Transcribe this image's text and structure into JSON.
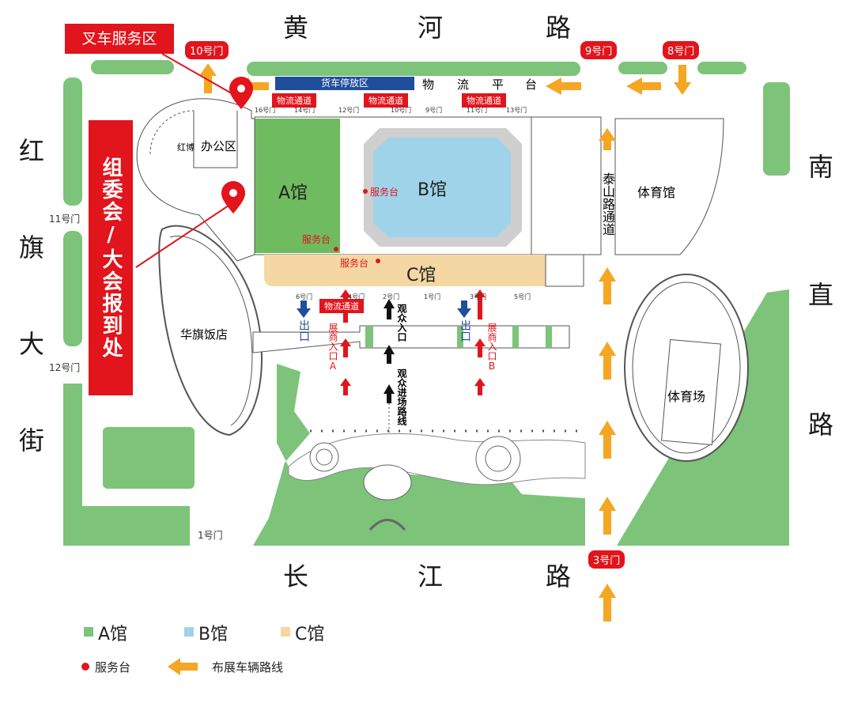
{
  "roads": {
    "north": [
      "黄",
      "河",
      "路"
    ],
    "west": [
      "红",
      "旗",
      "大",
      "街"
    ],
    "east": [
      "南",
      "直",
      "路"
    ],
    "south": [
      "长",
      "江",
      "路"
    ]
  },
  "forklift_area": "叉车服务区",
  "committee": "组委会/大会报到处",
  "truck_parking": "货车停放区",
  "logistics_platform": [
    "物",
    "流",
    "平",
    "台"
  ],
  "logistics_channel": "物流通道",
  "gates": {
    "g10": "10号门",
    "g9": "9号门",
    "g8": "8号门",
    "g3": "3号门",
    "g11": "11号门",
    "g12": "12号门",
    "g1": "1号门"
  },
  "small_gates": {
    "top": [
      "16号门",
      "14号门",
      "12号门",
      "10号门",
      "9号门",
      "11号门",
      "13号门"
    ],
    "bottom": [
      "6号门",
      "4号门",
      "2号门",
      "1号门",
      "3号门",
      "5号门"
    ]
  },
  "buildings": {
    "hongbo": "红博",
    "office": "办公区",
    "hall_a": "A馆",
    "hall_b": "B馆",
    "hall_c": "C馆",
    "hotel": "华旗饭店",
    "gym": "体育馆",
    "stadium": "体育场",
    "taishan": "泰山路通道"
  },
  "service_desk": "服务台",
  "exit": "出口",
  "exhibitor_a": "展商入口A",
  "exhibitor_b": "展商入口B",
  "audience_entry": "观众入口",
  "audience_route": "观众进场路线",
  "legend": {
    "a": "A馆",
    "b": "B馆",
    "c": "C馆",
    "service": "服务台",
    "route": "布展车辆路线"
  },
  "colors": {
    "green": "#7dc37a",
    "hall_a": "#6fbb5f",
    "hall_b": "#9fd3ea",
    "hall_c": "#f5d7a4",
    "red": "#e2141c",
    "orange": "#f5a623",
    "navy": "#1f4e9c"
  }
}
